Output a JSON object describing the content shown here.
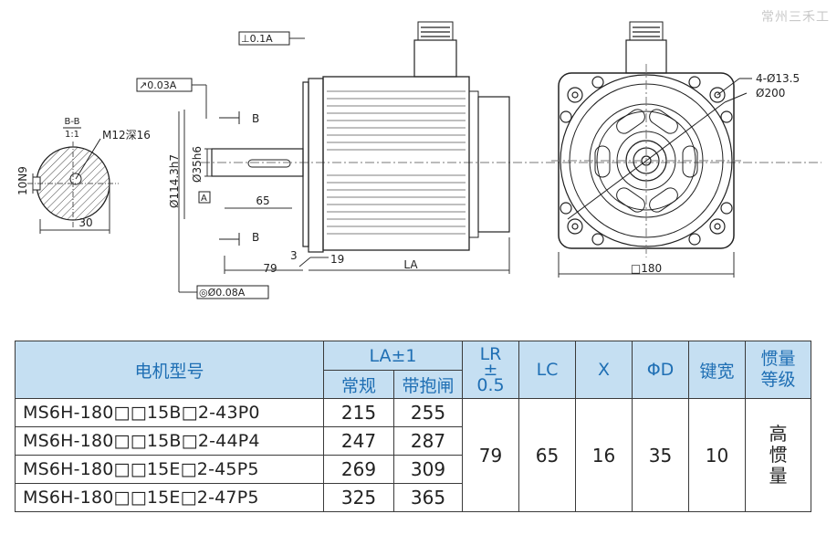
{
  "watermark": "常州三禾工",
  "drawing": {
    "section": {
      "title_top": "B-B",
      "title_bottom": "1:1",
      "thread_label": "M12深16",
      "key_height": "10N9",
      "depth": "30"
    },
    "side_view": {
      "perp_tol": "⊥0.1A",
      "runout_tol": "↗0.03A",
      "concentric_tol": "◎Ø0.08A",
      "section_b": "B",
      "shaft_dia": "Ø35h6",
      "spigot_dia": "Ø114.3h7",
      "datum": "A",
      "key_len": "65",
      "flange_thk": "3",
      "flange_w": "19",
      "lr": "79",
      "la": "LA"
    },
    "front_view": {
      "holes": "4-Ø13.5",
      "pcd": "Ø200",
      "square": "□180"
    }
  },
  "table": {
    "header": {
      "model": "电机型号",
      "la": "LA±1",
      "la_std": "常规",
      "la_brake": "带抱闸",
      "lr_line1": "LR",
      "lr_line2": "±",
      "lr_line3": "0.5",
      "lc": "LC",
      "x": "X",
      "phid": "ΦD",
      "key_width": "键宽",
      "inertia_line1": "惯量",
      "inertia_line2": "等级"
    },
    "rows": [
      {
        "model": "MS6H-180□□15B□2-43P0",
        "la_std": "215",
        "la_brake": "255"
      },
      {
        "model": "MS6H-180□□15B□2-44P4",
        "la_std": "247",
        "la_brake": "287"
      },
      {
        "model": "MS6H-180□□15E□2-45P5",
        "la_std": "269",
        "la_brake": "309"
      },
      {
        "model": "MS6H-180□□15E□2-47P5",
        "la_std": "325",
        "la_brake": "365"
      }
    ],
    "shared": {
      "lr": "79",
      "lc": "65",
      "x": "16",
      "phid": "35",
      "key_width": "10",
      "inertia_1": "高",
      "inertia_2": "惯",
      "inertia_3": "量"
    }
  }
}
